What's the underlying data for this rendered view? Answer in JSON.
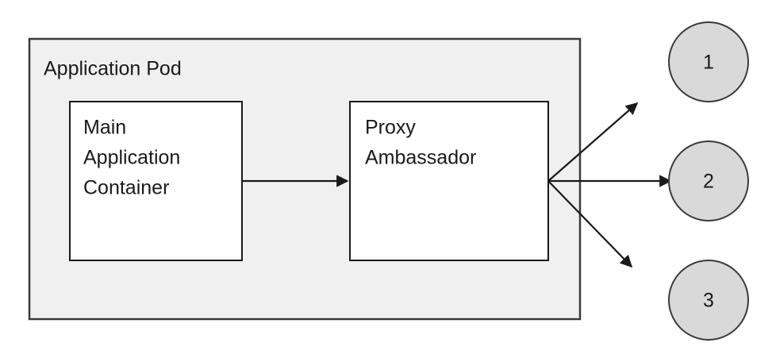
{
  "diagram": {
    "type": "architecture-diagram",
    "background_color": "#ffffff",
    "pod": {
      "label": "Application Pod",
      "fill_color": "#f0f0f0",
      "stroke_color": "#3b3b3b"
    },
    "containers": [
      {
        "name": "main-application-container",
        "lines": [
          "Main",
          "Application",
          "Container"
        ],
        "line1": "Main",
        "line2": "Application",
        "line3": "Container",
        "fill_color": "#ffffff",
        "stroke_color": "#1a1a1a"
      },
      {
        "name": "proxy-ambassador-container",
        "lines": [
          "Proxy",
          "Ambassador"
        ],
        "line1": "Proxy",
        "line2": "Ambassador",
        "fill_color": "#ffffff",
        "stroke_color": "#1a1a1a"
      }
    ],
    "endpoints": [
      {
        "label": "1",
        "fill_color": "#d9d9d9",
        "stroke_color": "#3b3b3b"
      },
      {
        "label": "2",
        "fill_color": "#d9d9d9",
        "stroke_color": "#3b3b3b"
      },
      {
        "label": "3",
        "fill_color": "#d9d9d9",
        "stroke_color": "#3b3b3b"
      }
    ],
    "connectors": [
      {
        "name": "main-to-proxy",
        "from": "main-application-container",
        "to": "proxy-ambassador-container"
      },
      {
        "name": "proxy-to-endpoint-1",
        "from": "proxy-ambassador-container",
        "to": "1"
      },
      {
        "name": "proxy-to-endpoint-2",
        "from": "proxy-ambassador-container",
        "to": "2"
      },
      {
        "name": "proxy-to-endpoint-3",
        "from": "proxy-ambassador-container",
        "to": "3"
      }
    ],
    "line_color": "#1a1a1a"
  }
}
